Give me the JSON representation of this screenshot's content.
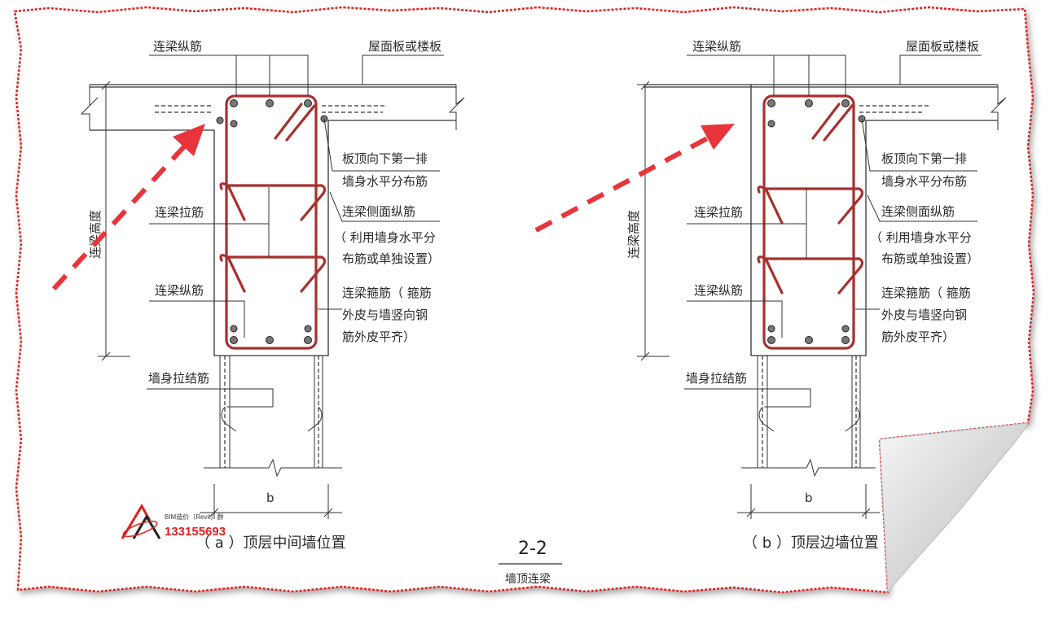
{
  "left_panel": {
    "labels": {
      "top_longitudinal": "连梁纵筋",
      "slab": "屋面板或楼板",
      "slab_rebar_1": "板顶向下第一排",
      "slab_rebar_2": "墙身水平分布筋",
      "side_longitudinal": "连梁侧面纵筋",
      "side_note_1": "（ 利用墙身水平分",
      "side_note_2": "布筋或单独设置）",
      "tie": "连梁拉筋",
      "bottom_longitudinal": "连梁纵筋",
      "stirrup_1": "连梁箍筋（ 箍筋",
      "stirrup_2": "外皮与墙竖向钢",
      "stirrup_3": "筋外皮平齐）",
      "beam_height": "连梁高度",
      "wall_tie": "墙身拉结筋",
      "width": "b"
    },
    "caption": "（ a ）顶层中间墙位置"
  },
  "right_panel": {
    "labels": {
      "top_longitudinal": "连梁纵筋",
      "slab": "屋面板或楼板",
      "slab_rebar_1": "板顶向下第一排",
      "slab_rebar_2": "墙身水平分布筋",
      "side_longitudinal": "连梁侧面纵筋",
      "side_note_1": "（ 利用墙身水平分",
      "side_note_2": "布筋或单独设置）",
      "tie": "连梁拉筋",
      "bottom_longitudinal": "连梁纵筋",
      "stirrup_1": "连梁箍筋（ 箍筋",
      "stirrup_2": "外皮与墙竖向钢",
      "stirrup_3": "筋外皮平齐）",
      "beam_height": "连梁高度",
      "wall_tie": "墙身拉结筋",
      "width": "b"
    },
    "caption": "（ b ）顶层边墙位置"
  },
  "section_number": "2-2",
  "section_title": "墙顶连梁",
  "watermark": {
    "text": "BIM造价（Revit）群",
    "number": "133155693"
  },
  "colors": {
    "annotation_arrow": "#e8343a",
    "rebar": "#a83030",
    "torn_edge": "#e02020",
    "page_curl": "#d8d8d8"
  }
}
